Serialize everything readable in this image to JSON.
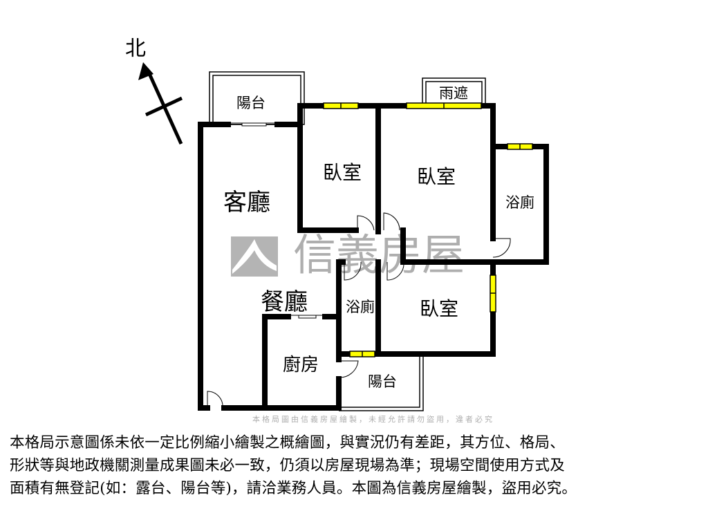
{
  "compass": {
    "label": "北"
  },
  "rooms": {
    "balcony_top": "陽台",
    "rain_cover": "雨遮",
    "bedroom_1": "臥室",
    "bedroom_2": "臥室",
    "bathroom_master": "浴廁",
    "living_room": "客廳",
    "dining_room": "餐廳",
    "bathroom_small": "浴廁",
    "bedroom_3": "臥室",
    "kitchen": "廚房",
    "balcony_bottom": "陽台"
  },
  "watermark": {
    "brand": "信義房屋",
    "subtext": "本格局圖由信義房屋繪製，未經允許請勿盜用，違者必究"
  },
  "colors": {
    "wall": "#000000",
    "window": "#ffff00",
    "watermark": "#a0a0a0"
  },
  "disclaimer": {
    "lines": [
      "本格局示意圖係未依一定比例縮小繪製之概繪圖，與實況仍有差距，其方位、格局、",
      "形狀等與地政機關測量成果圖未必一致，仍須以房屋現場為準；現場空間使用方式及",
      "面積有無登記(如：露台、陽台等)，請洽業務人員。本圖為信義房屋繪製，盜用必究。"
    ]
  }
}
